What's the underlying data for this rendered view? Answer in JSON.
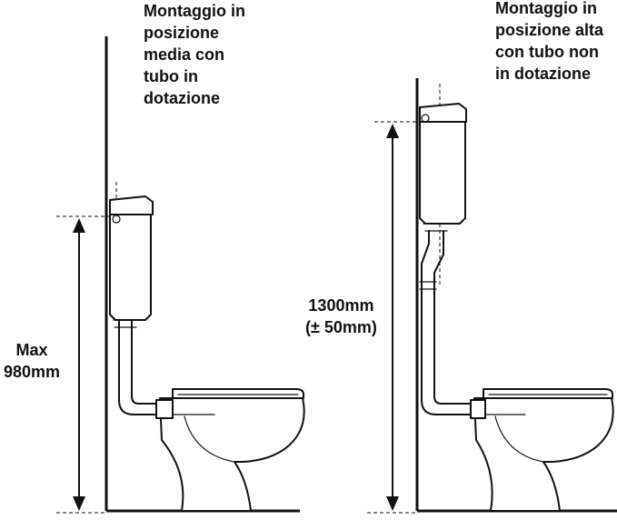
{
  "captions": {
    "left": [
      "Montaggio in",
      "posizione",
      "media con",
      "tubo in",
      "dotazione"
    ],
    "right": [
      "Montaggio in",
      "posizione alta",
      "con tubo non",
      "in dotazione"
    ]
  },
  "dimensions": {
    "left": [
      "Max",
      "980mm"
    ],
    "right": [
      "1300mm",
      "(± 50mm)"
    ]
  }
}
